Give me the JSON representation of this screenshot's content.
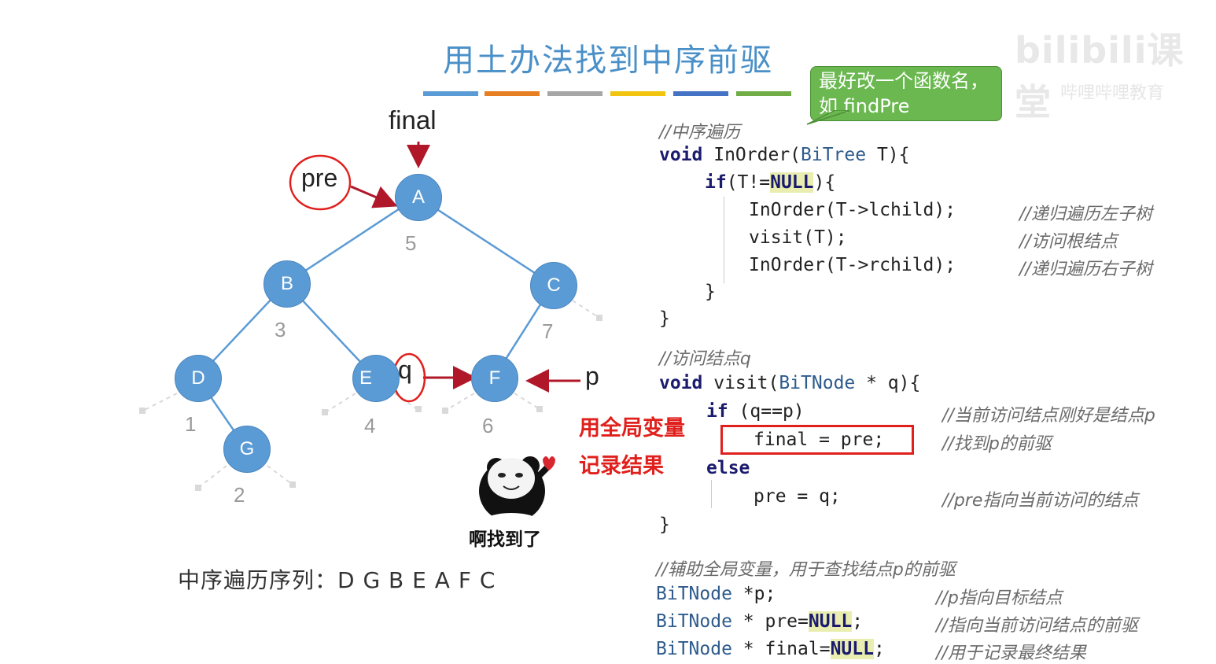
{
  "title": "用土办法找到中序前驱",
  "title_bar_colors": [
    "#5b9bd5",
    "#e67e22",
    "#a6a6a6",
    "#f1c40f",
    "#4472c4",
    "#70ad47"
  ],
  "bubble": "最好改一个函数名，如 findPre",
  "watermark": {
    "main": "bilibili课堂",
    "sub": "哔哩哔哩教育"
  },
  "tree": {
    "nodes": [
      {
        "id": "A",
        "label": "A",
        "order": "5"
      },
      {
        "id": "B",
        "label": "B",
        "order": "3"
      },
      {
        "id": "C",
        "label": "C",
        "order": "7"
      },
      {
        "id": "D",
        "label": "D",
        "order": "1"
      },
      {
        "id": "E",
        "label": "E",
        "order": "4"
      },
      {
        "id": "F",
        "label": "F",
        "order": "6"
      },
      {
        "id": "G",
        "label": "G",
        "order": "2"
      }
    ],
    "labels": {
      "final": "final",
      "pre": "pre",
      "q": "q",
      "p": "p"
    }
  },
  "inorder_sequence": "中序遍历序列：D G B E A F C",
  "sticker_caption": "啊找到了",
  "annotation": [
    "用全局变量",
    "记录结果"
  ],
  "code": {
    "inorder_comment": "//中序遍历",
    "inorder_sig_kw": "void",
    "inorder_sig_a": " InOrder(",
    "inorder_sig_type": "BiTree",
    "inorder_sig_b": " T){",
    "if_kw": "if",
    "if_a": "(T!=",
    "if_null": "NULL",
    "if_b": "){",
    "l1": "InOrder(T->lchild);",
    "l1c": "//递归遍历左子树",
    "l2": "visit(T);",
    "l2c": "//访问根结点",
    "l3": "InOrder(T->rchild);",
    "l3c": "//递归遍历右子树",
    "close_inner": "}",
    "close_outer": "}",
    "visit_comment": "//访问结点q",
    "visit_sig_kw": "void",
    "visit_sig_a": " visit(",
    "visit_sig_type": "BiTNode",
    "visit_sig_b": " * q){",
    "v_if_kw": "if",
    "v_if": " (q==p)",
    "v_if_c": "//当前访问结点刚好是结点p",
    "v_final": "final = pre;",
    "v_final_c": "//找到p的前驱",
    "v_else": "else",
    "v_pre": "pre = q;",
    "v_pre_c": "//pre指向当前访问的结点",
    "v_close": "}",
    "g_comment": "//辅助全局变量，用于查找结点p的前驱",
    "g1_type": "BiTNode",
    "g1_rest": " *p;",
    "g1_c": "//p指向目标结点",
    "g2_type": "BiTNode",
    "g2_a": " * pre=",
    "g2_null": "NULL",
    "g2_b": ";",
    "g2_c": "//指向当前访问结点的前驱",
    "g3_type": "BiTNode",
    "g3_a": " * final=",
    "g3_null": "NULL",
    "g3_b": ";",
    "g3_c": "//用于记录最终结果"
  }
}
